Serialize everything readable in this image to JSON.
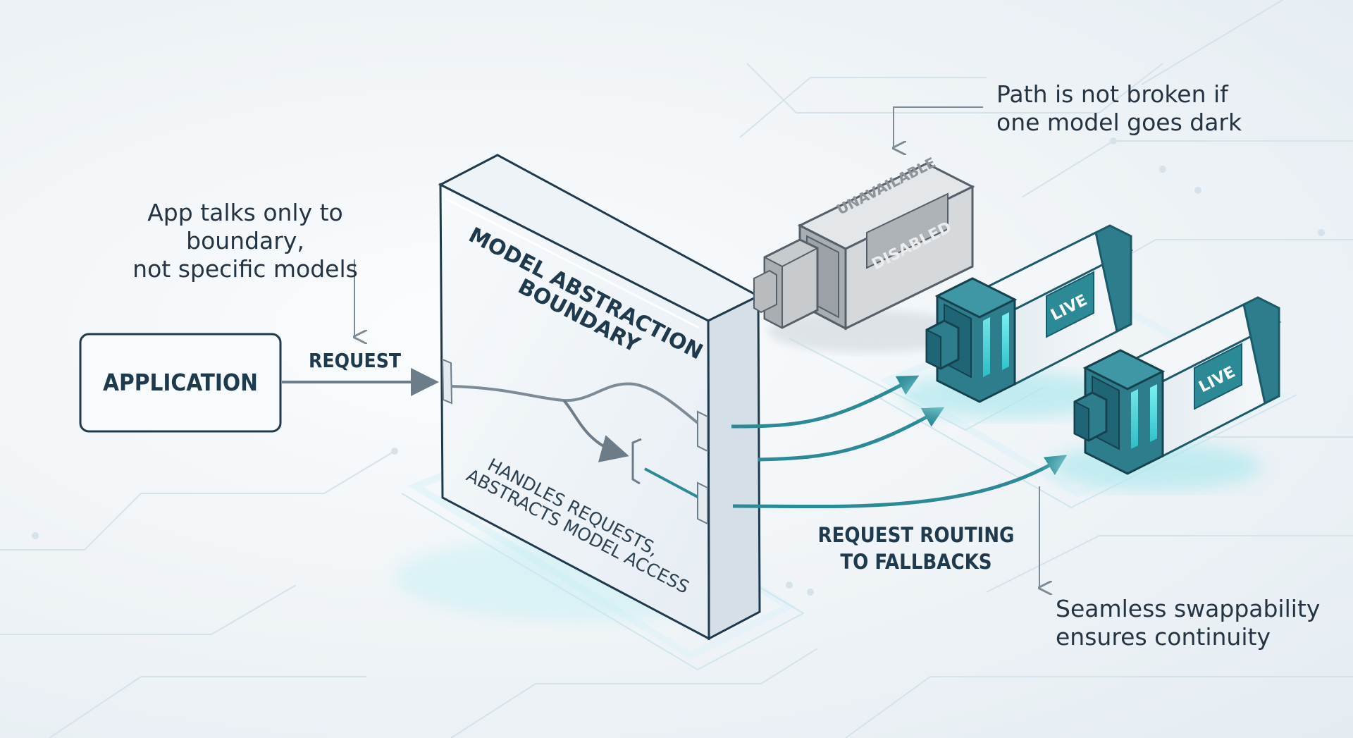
{
  "diagram": {
    "application_label": "APPLICATION",
    "request_label": "REQUEST",
    "boundary_title_line1": "MODEL ABSTRACTION",
    "boundary_title_line2": "BOUNDARY",
    "boundary_subtitle_line1": "HANDLES REQUESTS,",
    "boundary_subtitle_line2": "ABSTRACTS MODEL ACCESS",
    "routing_label_line1": "REQUEST ROUTING",
    "routing_label_line2": "TO FALLBACKS",
    "note_app": "App talks only to boundary,\nnot specific models",
    "note_path": "Path is not broken if\none model goes dark",
    "note_swap": "Seamless swappability\nensures continuity",
    "modules": [
      {
        "status": "disabled",
        "top_label": "UNAVAILABLE",
        "badge": "DISABLED"
      },
      {
        "status": "live",
        "badge": "LIVE"
      },
      {
        "status": "live",
        "badge": "LIVE"
      }
    ]
  },
  "colors": {
    "accent": "#2b8a95",
    "arrow_gray": "#6c7c88",
    "outline": "#1f3a4c",
    "module_live": "#2e7d8c",
    "module_live_dark": "#1d5a69",
    "module_disabled": "#b8bcbf",
    "glow": "#5fe0e6"
  }
}
